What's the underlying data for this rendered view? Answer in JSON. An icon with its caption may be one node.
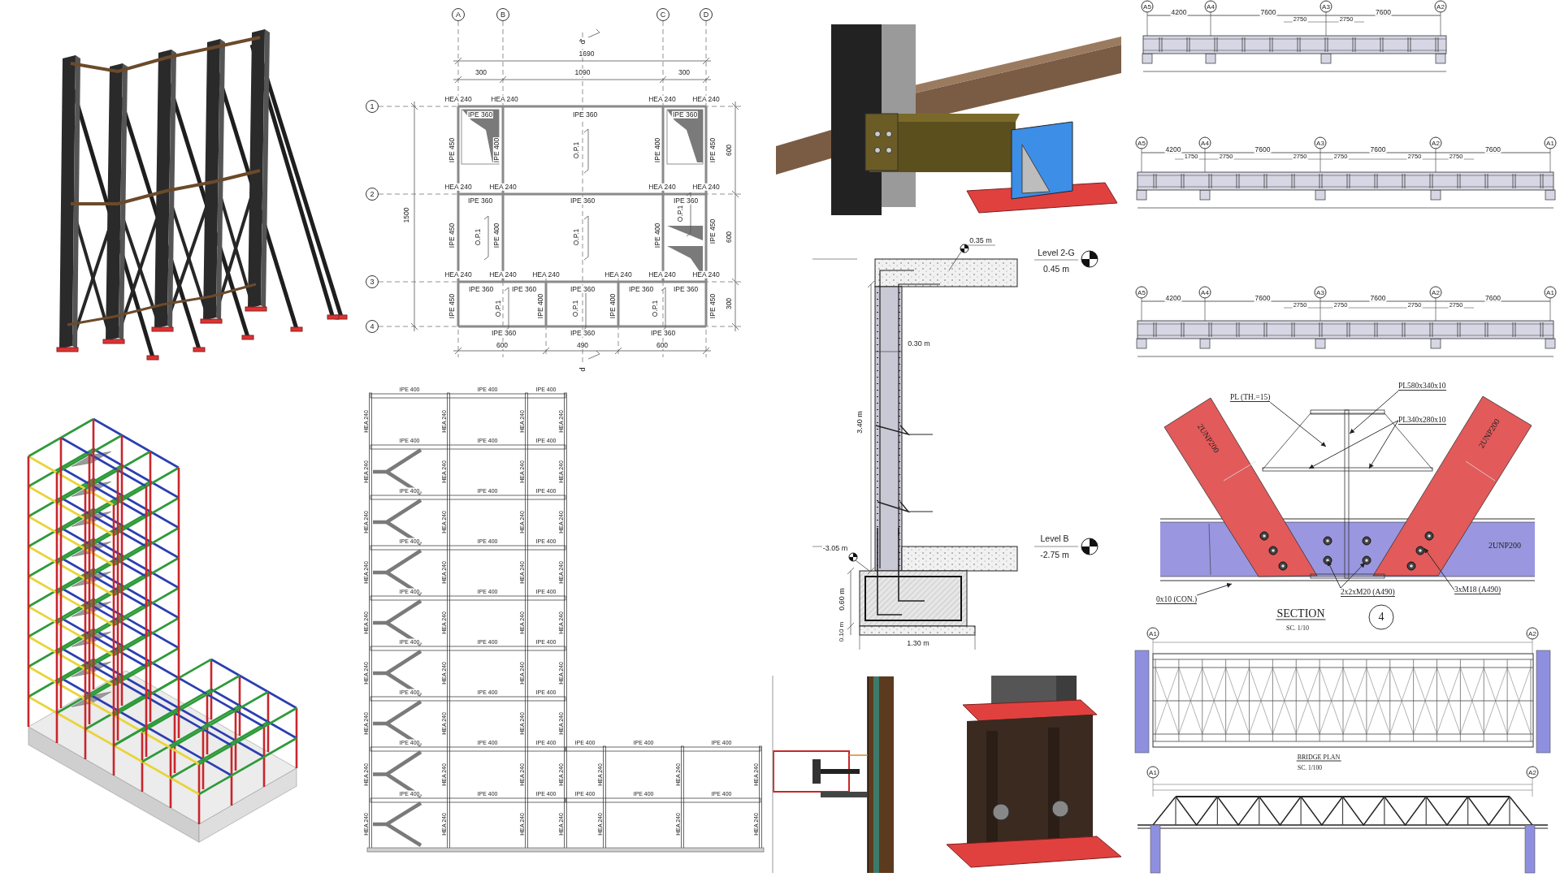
{
  "diagram": {
    "nodes": [
      {
        "text": [
          "PL (TH.=15)"
        ]
      },
      {
        "text": [
          "PL580x340x10"
        ]
      },
      {
        "text": [
          "PL340x280x10"
        ]
      },
      {
        "text": [
          "2x2xM20 (A490)"
        ]
      },
      {
        "text": [
          "3xM18 (A490)"
        ]
      },
      {
        "text": [
          "0x10 (CON.)"
        ]
      }
    ],
    "edges": [
      {
        "from": 0,
        "to": null,
        "arrow": "to"
      },
      {
        "from": 1,
        "to": null,
        "arrow": "to"
      },
      {
        "from": 2,
        "to": null,
        "arrow": "to"
      },
      {
        "from": 2,
        "to": null,
        "arrow": "to"
      },
      {
        "from": 3,
        "to": null,
        "arrow": "to"
      },
      {
        "from": 3,
        "to": null,
        "arrow": "to"
      },
      {
        "from": 4,
        "to": null,
        "arrow": "to"
      },
      {
        "from": 5,
        "to": null,
        "arrow": "to"
      }
    ],
    "labels": [
      "A",
      "B",
      "C",
      "D",
      "d'",
      "1690",
      "300",
      "1090",
      "300",
      "1",
      "HEA 240",
      "HEA 240",
      "HEA 240",
      "HEA 240",
      "IPE 360",
      "IPE 360",
      "IPE 360",
      "IPE 450",
      "IPE 400",
      "O.P.1",
      "IPE 400",
      "IPE 450",
      "600",
      "1500",
      "2",
      "HEA 240",
      "HEA 240",
      "HEA 240",
      "HEA 240",
      "IPE 360",
      "IPE 360",
      "IPE 360",
      "IPE 450",
      "O.P.1",
      "IPE 400",
      "O.P.1",
      "O.P.1",
      "IPE 400",
      "IPE 450",
      "600",
      "3",
      "HEA 240",
      "HEA 240",
      "HEA 240",
      "HEA 240",
      "HEA 240",
      "HEA 240",
      "IPE 360",
      "IPE 360",
      "IPE 360",
      "IPE 360",
      "IPE 360",
      "IPE 450",
      "O.P.1",
      "IPE 400",
      "O.P.1",
      "IPE 400",
      "O.P.1",
      "IPE 450",
      "300",
      "4",
      "IPE 360",
      "IPE 360",
      "IPE 360",
      "600",
      "490",
      "600",
      "d",
      "IPE 400",
      "IPE 400",
      "IPE 400",
      "HEA 240",
      "HEA 240",
      "HEA 240",
      "HEA 240",
      "IPE 400",
      "IPE 400",
      "IPE 400",
      "HEA 240",
      "HEA 240",
      "HEA 240",
      "HEA 240",
      "IPE 400",
      "IPE 400",
      "IPE 400",
      "HEA 240",
      "HEA 240",
      "HEA 240",
      "HEA 240",
      "IPE 400",
      "IPE 400",
      "IPE 400",
      "HEA 240",
      "HEA 240",
      "HEA 240",
      "HEA 240",
      "IPE 400",
      "IPE 400",
      "IPE 400",
      "HEA 240",
      "HEA 240",
      "HEA 240",
      "HEA 240",
      "IPE 400",
      "IPE 400",
      "IPE 400",
      "HEA 240",
      "HEA 240",
      "HEA 240",
      "HEA 240",
      "IPE 400",
      "IPE 400",
      "IPE 400",
      "HEA 240",
      "HEA 240",
      "HEA 240",
      "HEA 240",
      "IPE 400",
      "IPE 400",
      "IPE 400",
      "IPE 400",
      "IPE 400",
      "IPE 400",
      "HEA 240",
      "HEA 240",
      "HEA 240",
      "HEA 240",
      "HEA 240",
      "HEA 240",
      "HEA 240",
      "IPE 400",
      "IPE 400",
      "IPE 400",
      "IPE 400",
      "IPE 400",
      "IPE 400",
      "HEA 240",
      "HEA 240",
      "HEA 240",
      "HEA 240",
      "HEA 240",
      "HEA 240",
      "HEA 240",
      "A5",
      "A4",
      "A3",
      "A2",
      "4200",
      "7600",
      "7600",
      "2750",
      "2750",
      "A5",
      "A4",
      "A3",
      "A2",
      "A1",
      "4200",
      "7600",
      "7600",
      "7600",
      "1750",
      "2750",
      "2750",
      "2750",
      "2750",
      "2750",
      "A5",
      "A4",
      "A3",
      "A2",
      "A1",
      "4200",
      "7600",
      "7600",
      "7600",
      "2750",
      "2750",
      "2750",
      "2750",
      "0.35 m",
      "Level 2-G",
      "0.45 m",
      "0.30 m",
      "3.40 m",
      "Level B",
      "-2.75 m",
      "-3.05 m",
      "0.60 m",
      "0.10 m",
      "1.30 m",
      "2UNP200",
      "2UNP200",
      "2UNP200",
      "SECTION",
      "4",
      "SC. 1/10",
      "A1",
      "A2",
      "BRIDGE PLAN",
      "SC. 1/100",
      "A1",
      "A2"
    ]
  }
}
